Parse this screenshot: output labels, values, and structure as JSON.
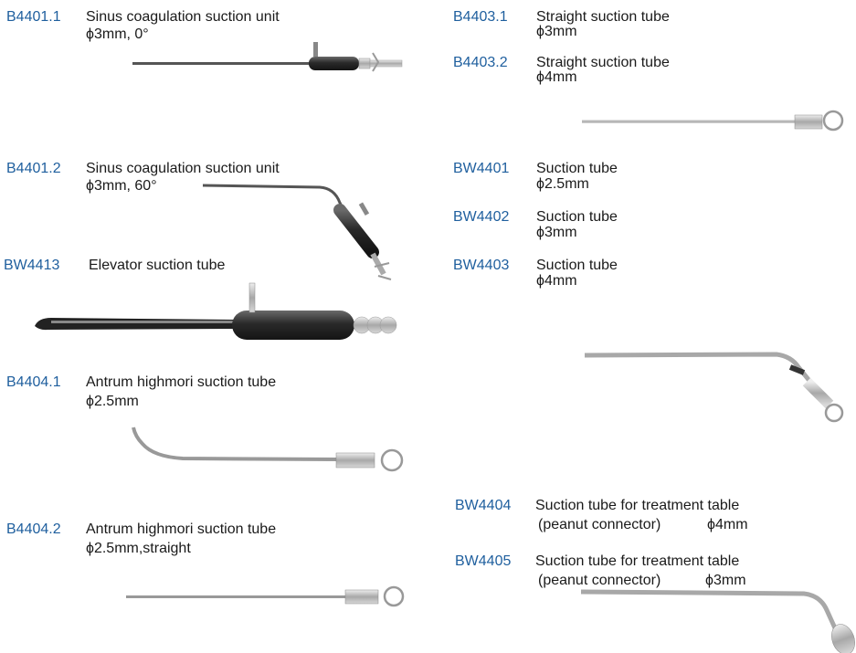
{
  "colors": {
    "code": "#1f5f9e",
    "text": "#1a1a1a",
    "handle": "#3a3a3a",
    "metal": "#b9b9b9"
  },
  "items": [
    {
      "code": "B4401.1",
      "name": "Sinus coagulation suction unit",
      "spec": "ϕ3mm, 0°"
    },
    {
      "code": "B4401.2",
      "name": "Sinus coagulation suction unit",
      "spec": "ϕ3mm, 60°"
    },
    {
      "code": "BW4413",
      "name": "Elevator suction tube",
      "spec": ""
    },
    {
      "code": "B4404.1",
      "name": "Antrum highmori suction tube",
      "spec": "ϕ2.5mm"
    },
    {
      "code": "B4404.2",
      "name": "Antrum highmori suction tube",
      "spec": "ϕ2.5mm,straight"
    },
    {
      "code": "B4403.1",
      "name": "Straight suction tube",
      "spec": "ϕ3mm"
    },
    {
      "code": "B4403.2",
      "name": "Straight suction tube",
      "spec": "ϕ4mm"
    },
    {
      "code": "BW4401",
      "name": "Suction tube",
      "spec": "ϕ2.5mm"
    },
    {
      "code": "BW4402",
      "name": "Suction tube",
      "spec": "ϕ3mm"
    },
    {
      "code": "BW4403",
      "name": "Suction tube",
      "spec": "ϕ4mm"
    },
    {
      "code": "BW4404",
      "name": "Suction tube for treatment table",
      "spec": "(peanut connector)",
      "size": "ϕ4mm"
    },
    {
      "code": "BW4405",
      "name": "Suction tube for treatment table",
      "spec": "(peanut connector)",
      "size": "ϕ3mm"
    }
  ]
}
